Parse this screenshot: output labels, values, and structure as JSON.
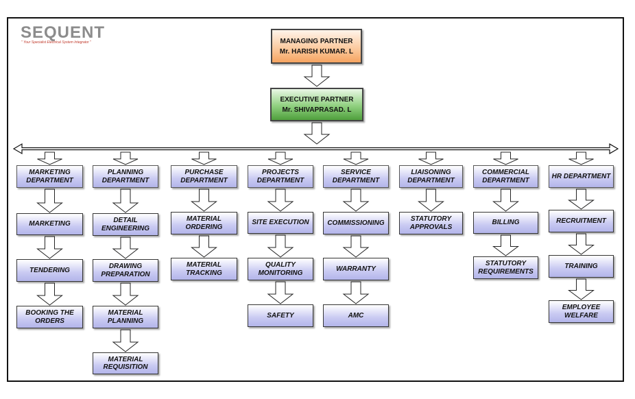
{
  "logo": {
    "name": "SEQUENT",
    "tagline": "\" Your Specialist Electrical System Integrator \""
  },
  "top": {
    "managing_partner": {
      "title": "MANAGING PARTNER",
      "name": "Mr. HARISH KUMAR. L"
    },
    "executive_partner": {
      "title": "EXECUTIVE PARTNER",
      "name": "Mr. SHIVAPRASAD. L"
    }
  },
  "departments": [
    {
      "label": "MARKETING DEPARTMENT",
      "items": [
        "MARKETING",
        "TENDERING",
        "BOOKING THE ORDERS"
      ]
    },
    {
      "label": "PLANNING DEPARTMENT",
      "items": [
        "DETAIL ENGINEERING",
        "DRAWING PREPARATION",
        "MATERIAL PLANNING",
        "MATERIAL REQUISITION"
      ]
    },
    {
      "label": "PURCHASE DEPARTMENT",
      "items": [
        "MATERIAL ORDERING",
        "MATERIAL TRACKING"
      ]
    },
    {
      "label": "PROJECTS DEPARTMENT",
      "items": [
        "SITE EXECUTION",
        "QUALITY MONITORING",
        "SAFETY"
      ]
    },
    {
      "label": "SERVICE DEPARTMENT",
      "items": [
        "COMMISSIONING",
        "WARRANTY",
        "AMC"
      ]
    },
    {
      "label": "LIAISONING DEPARTMENT",
      "items": [
        "STATUTORY APPROVALS"
      ]
    },
    {
      "label": "COMMERCIAL DEPARTMENT",
      "items": [
        "BILLING",
        "STATUTORY REQUIREMENTS"
      ]
    },
    {
      "label": "HR DEPARTMENT",
      "items": [
        "RECRUITMENT",
        "TRAINING",
        "EMPLOYEE WELFARE"
      ]
    }
  ]
}
